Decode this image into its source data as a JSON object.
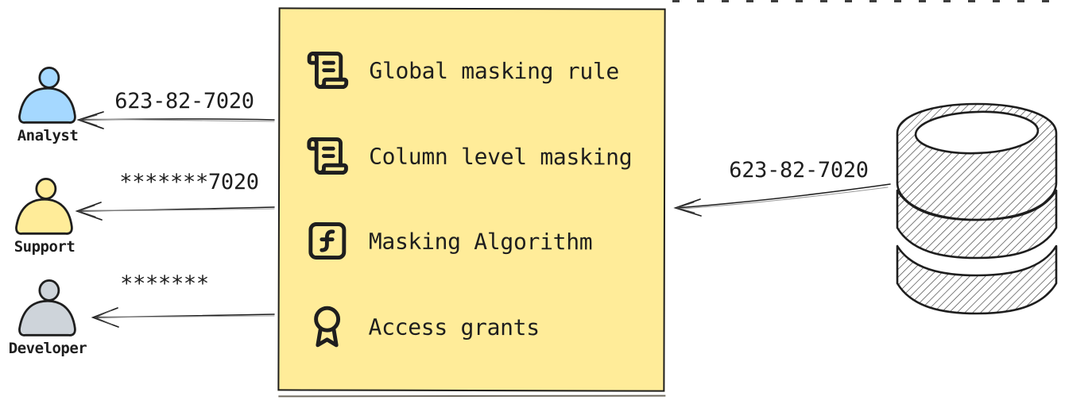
{
  "diagram_title": "data-masking-flow",
  "colors": {
    "box_fill": "#ffec99",
    "stroke": "#1e1e1e",
    "analyst_fill": "#a5d8ff",
    "support_fill": "#ffec99",
    "developer_fill": "#ced4da",
    "background": "#ffffff"
  },
  "personas": [
    {
      "name": "Analyst",
      "value": "623-82-7020",
      "color": "#a5d8ff"
    },
    {
      "name": "Support",
      "value": "*******7020",
      "color": "#ffec99"
    },
    {
      "name": "Developer",
      "value": "*******",
      "color": "#ced4da"
    }
  ],
  "policy_box": {
    "items": [
      {
        "icon": "scroll-text-icon",
        "label": "Global masking rule"
      },
      {
        "icon": "scroll-text-icon",
        "label": "Column level masking"
      },
      {
        "icon": "function-square-icon",
        "label": "Masking Algorithm"
      },
      {
        "icon": "award-icon",
        "label": "Access grants"
      }
    ]
  },
  "database": {
    "icon": "database-icon",
    "value": "623-82-7020"
  }
}
